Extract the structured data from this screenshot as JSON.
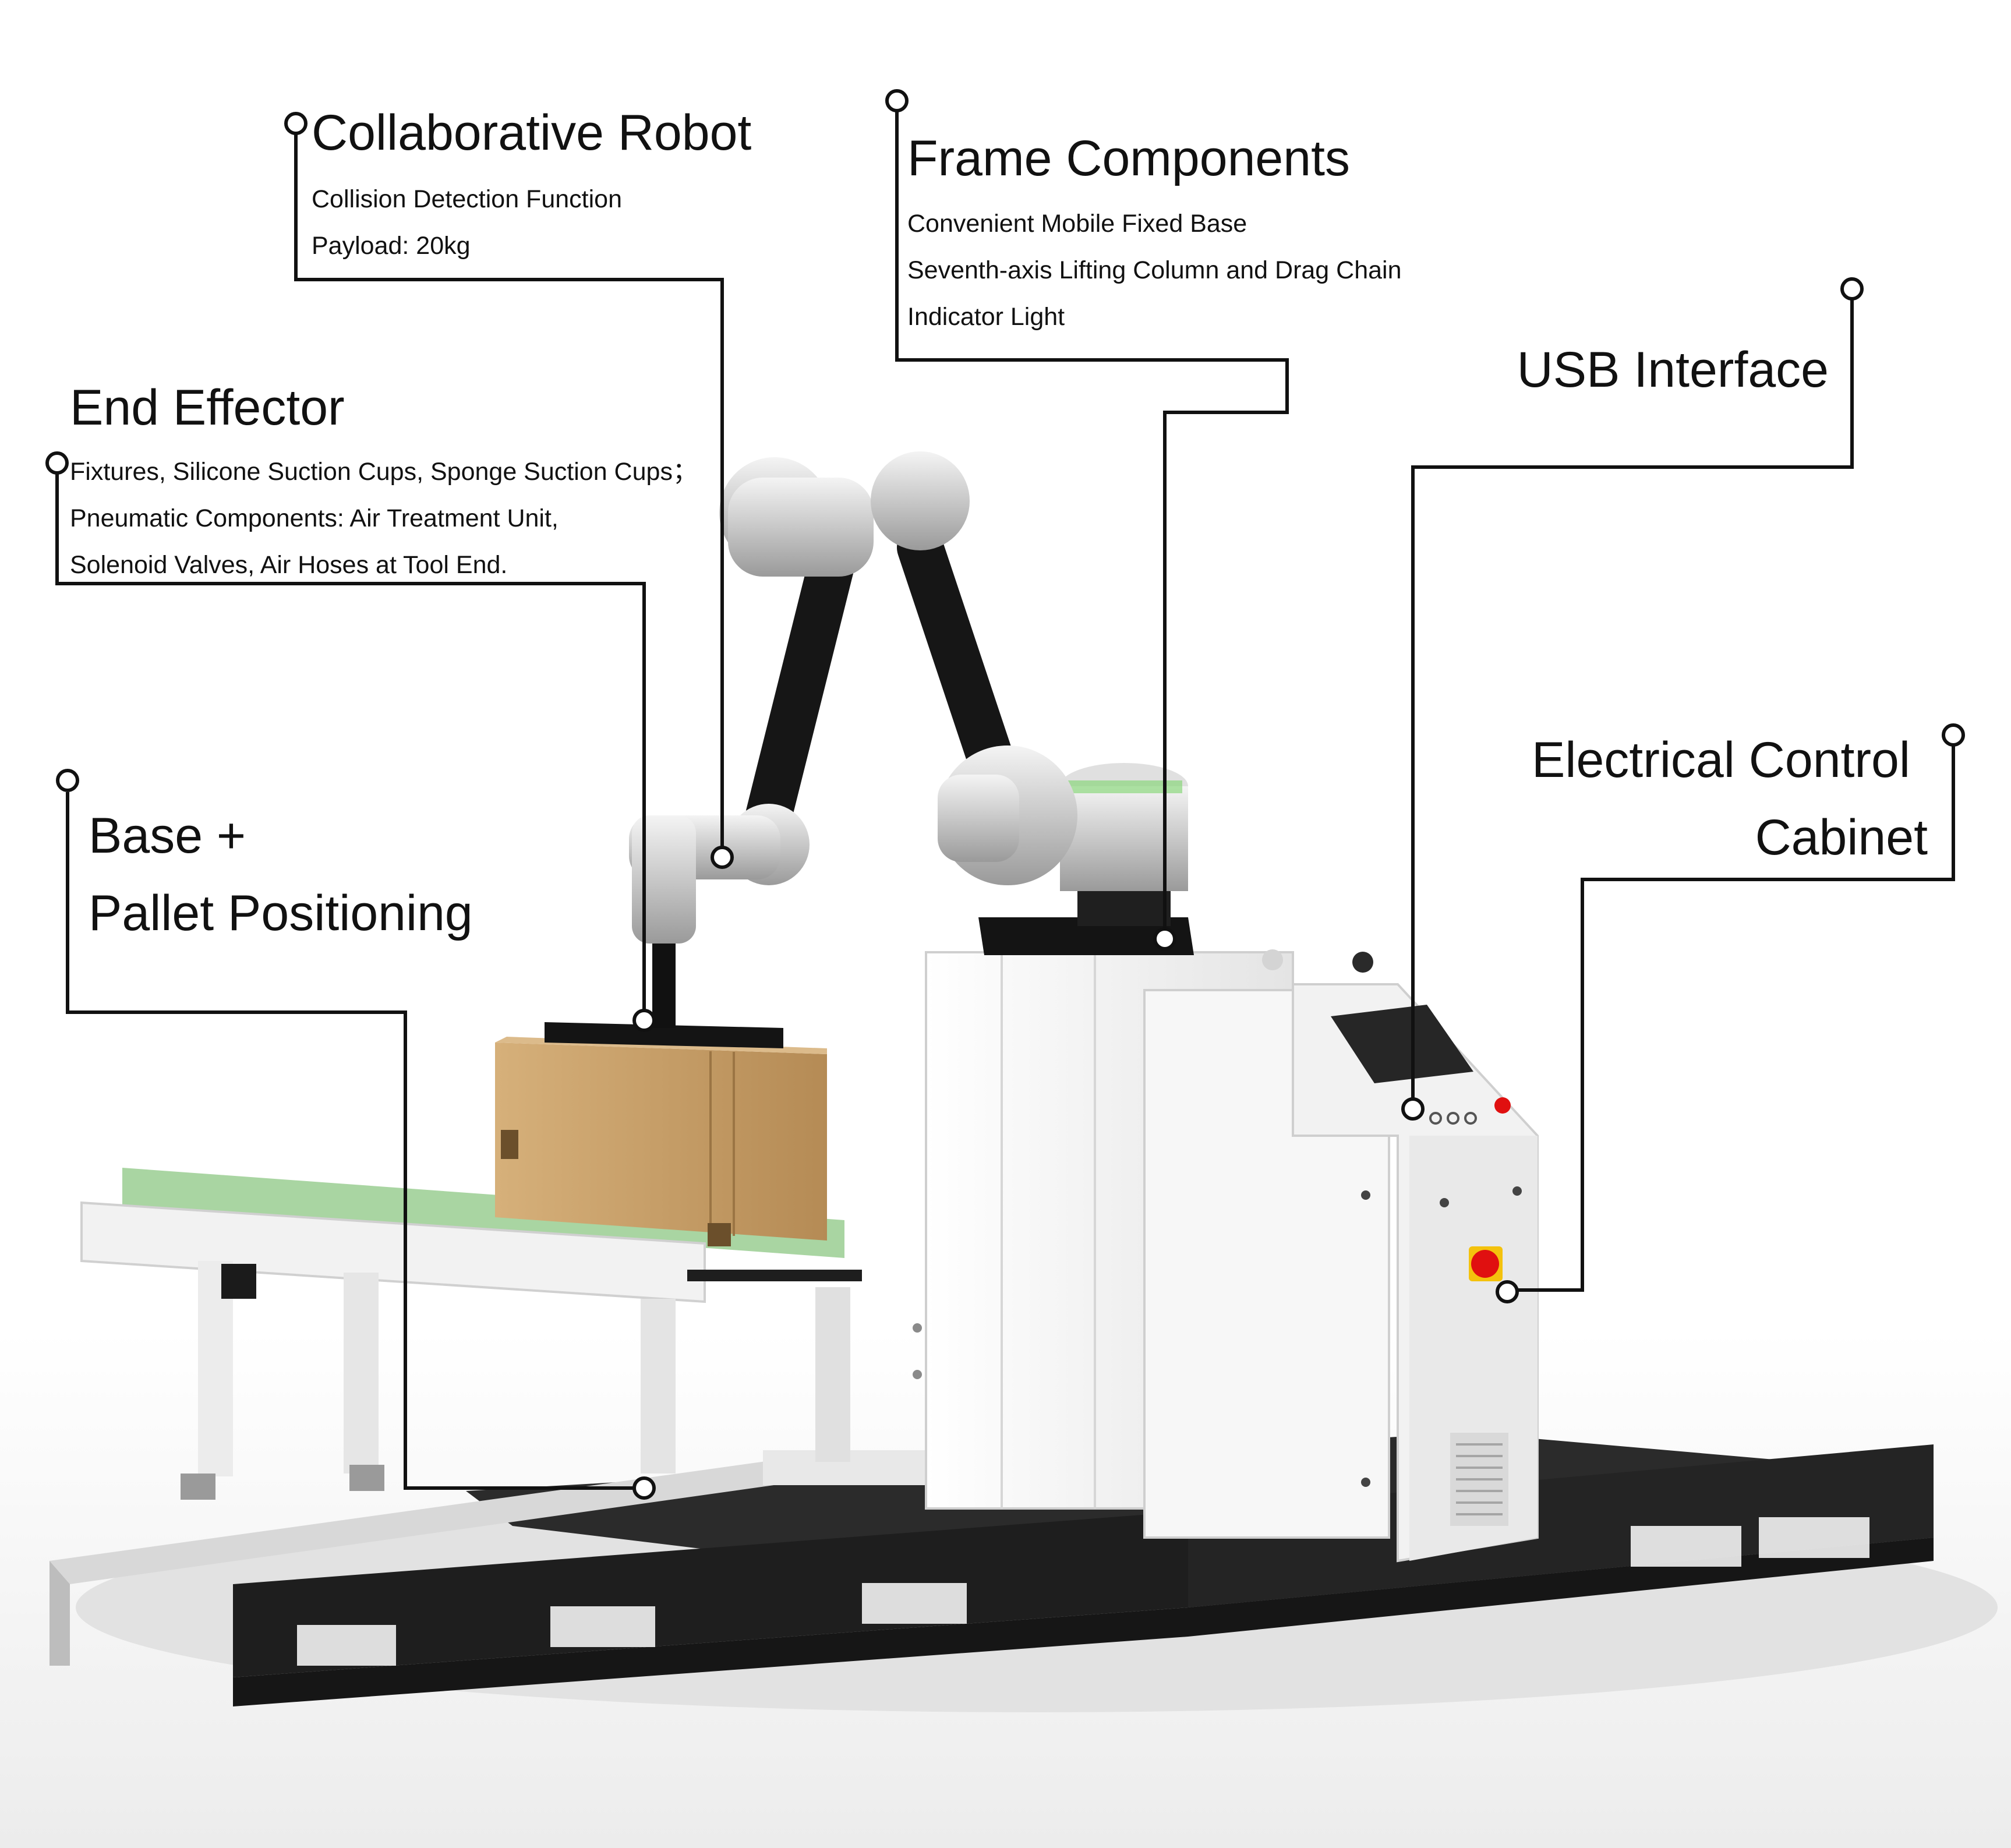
{
  "callouts": {
    "collab_robot": {
      "title": "Collaborative Robot",
      "lines": [
        "Collision Detection Function",
        "Payload: 20kg"
      ]
    },
    "frame_components": {
      "title": "Frame Components",
      "lines": [
        "Convenient Mobile Fixed Base",
        "Seventh-axis Lifting Column and Drag Chain",
        "Indicator Light"
      ]
    },
    "end_effector": {
      "title": "End Effector",
      "lines": [
        "Fixtures, Silicone Suction Cups, Sponge Suction Cups；",
        "Pneumatic Components: Air Treatment Unit,",
        "Solenoid Valves, Air Hoses at Tool End."
      ]
    },
    "usb_interface": {
      "title": "USB Interface"
    },
    "electrical_cabinet": {
      "title_line1": "Electrical Control",
      "title_line2": "Cabinet"
    },
    "base_pallet": {
      "title_line1": "Base +",
      "title_line2": "Pallet Positioning"
    }
  },
  "colors": {
    "leader_line": "#111111",
    "pallet": "#262626",
    "conveyor_belt": "#a9d5a2",
    "frame_white": "#f0f0f0",
    "robot_silver": "#cfcfcf",
    "robot_arm_black": "#161616",
    "cardboard_box": "#c9a26e",
    "estop_red": "#e01010",
    "estop_yellow": "#f4c20d"
  }
}
